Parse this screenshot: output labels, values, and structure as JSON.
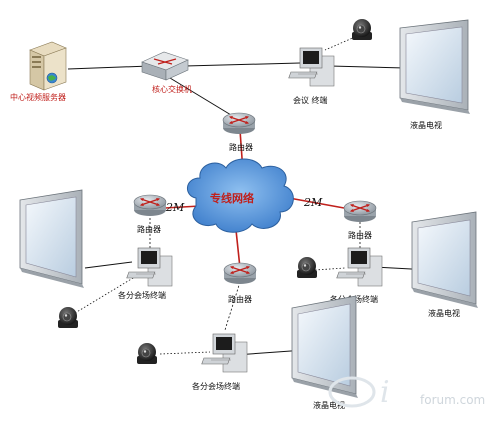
{
  "labels": {
    "central_server": "中心视频服务器",
    "core_switch": "核心交换机",
    "meeting_terminal": "会议 终端",
    "lcd_tv_top": "液晶电视",
    "router_top": "路由器",
    "cloud": "专线网络",
    "bw_left": "2M",
    "bw_right": "2M",
    "router_left": "路由器",
    "router_right": "路由器",
    "router_bottom": "路由器",
    "branch_terminal_left": "各分会场终端",
    "branch_terminal_right": "各分会场终端",
    "branch_terminal_bottom": "各分会场终端",
    "lcd_tv_right": "液晶电视",
    "lcd_tv_bottom": "液晶电视",
    "watermark": "forum.com"
  },
  "colors": {
    "link_red": "#c0201c",
    "cloud_fill": "#4f8fd8",
    "router_fill": "#9aa3ab",
    "monitor_frame": "#c8cdd3",
    "screen": "#dfe9f3"
  },
  "icons": [
    "server-icon",
    "switch-icon",
    "router-icon",
    "pc-terminal-icon",
    "camera-icon",
    "lcd-monitor-icon",
    "cloud-icon"
  ]
}
